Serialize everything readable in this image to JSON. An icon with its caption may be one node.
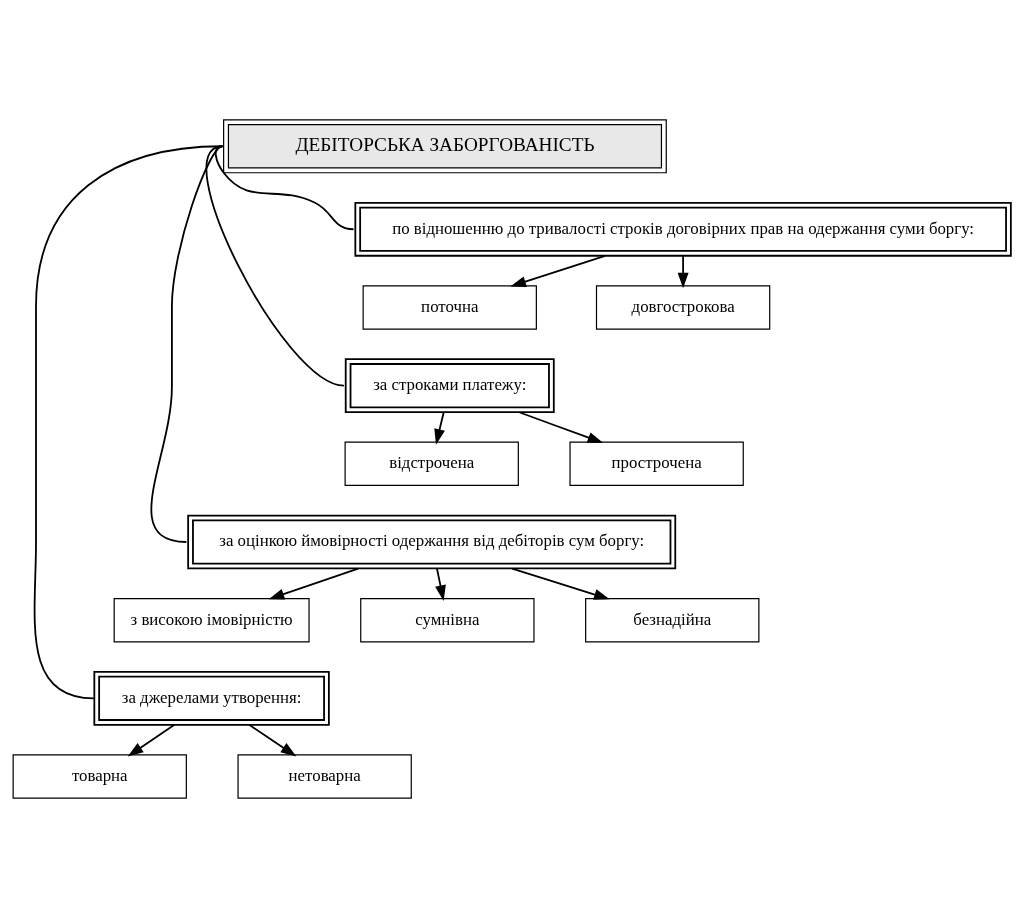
{
  "diagram": {
    "nodes": [
      {
        "text": [
          "ДЕБІТОРСЬКА ЗАБОРГОВАНІСТЬ"
        ]
      },
      {
        "text": [
          "по відношенню до тривалості строків договірних прав на одержання суми боргу:"
        ]
      },
      {
        "text": [
          "поточна"
        ]
      },
      {
        "text": [
          "довгострокова"
        ]
      },
      {
        "text": [
          "за строками платежу:"
        ]
      },
      {
        "text": [
          "відстрочена"
        ]
      },
      {
        "text": [
          "прострочена"
        ]
      },
      {
        "text": [
          "за оцінкою ймовірності одержання від дебіторів сум боргу:"
        ]
      },
      {
        "text": [
          "з високою імовірністю"
        ]
      },
      {
        "text": [
          "сумнівна"
        ]
      },
      {
        "text": [
          "безнадійна"
        ]
      },
      {
        "text": [
          "за джерелами утворення:"
        ]
      },
      {
        "text": [
          "товарна"
        ]
      },
      {
        "text": [
          "нетоварна"
        ]
      }
    ],
    "edges": [
      {
        "from": 0,
        "to": 1,
        "arrow": "none"
      },
      {
        "from": 0,
        "to": 4,
        "arrow": "none"
      },
      {
        "from": 0,
        "to": 7,
        "arrow": "none"
      },
      {
        "from": 0,
        "to": 11,
        "arrow": "none"
      },
      {
        "from": 1,
        "to": 2,
        "arrow": "to"
      },
      {
        "from": 1,
        "to": 3,
        "arrow": "to"
      },
      {
        "from": 4,
        "to": 5,
        "arrow": "to"
      },
      {
        "from": 4,
        "to": 6,
        "arrow": "to"
      },
      {
        "from": 7,
        "to": 8,
        "arrow": "to"
      },
      {
        "from": 7,
        "to": 9,
        "arrow": "to"
      },
      {
        "from": 7,
        "to": 10,
        "arrow": "to"
      },
      {
        "from": 11,
        "to": 12,
        "arrow": "to"
      },
      {
        "from": 11,
        "to": 13,
        "arrow": "to"
      }
    ]
  }
}
